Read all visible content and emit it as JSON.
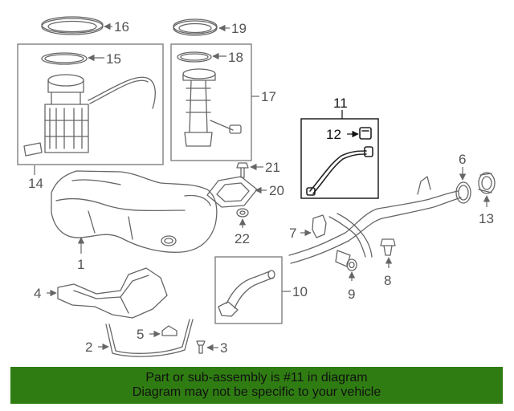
{
  "callouts": {
    "c1": "1",
    "c2": "2",
    "c3": "3",
    "c4": "4",
    "c5": "5",
    "c6": "6",
    "c7": "7",
    "c8": "8",
    "c9": "9",
    "c10": "10",
    "c11": "11",
    "c12": "12",
    "c13": "13",
    "c14": "14",
    "c15": "15",
    "c16": "16",
    "c17": "17",
    "c18": "18",
    "c19": "19",
    "c20": "20",
    "c21": "21",
    "c22": "22"
  },
  "banner": {
    "line1": "Part or sub-assembly is #11 in diagram",
    "line2": "Diagram may not be specific to your vehicle"
  },
  "colors": {
    "banner_bg": "#2f7d12",
    "line_art": "#666666",
    "highlight": "#111111"
  }
}
